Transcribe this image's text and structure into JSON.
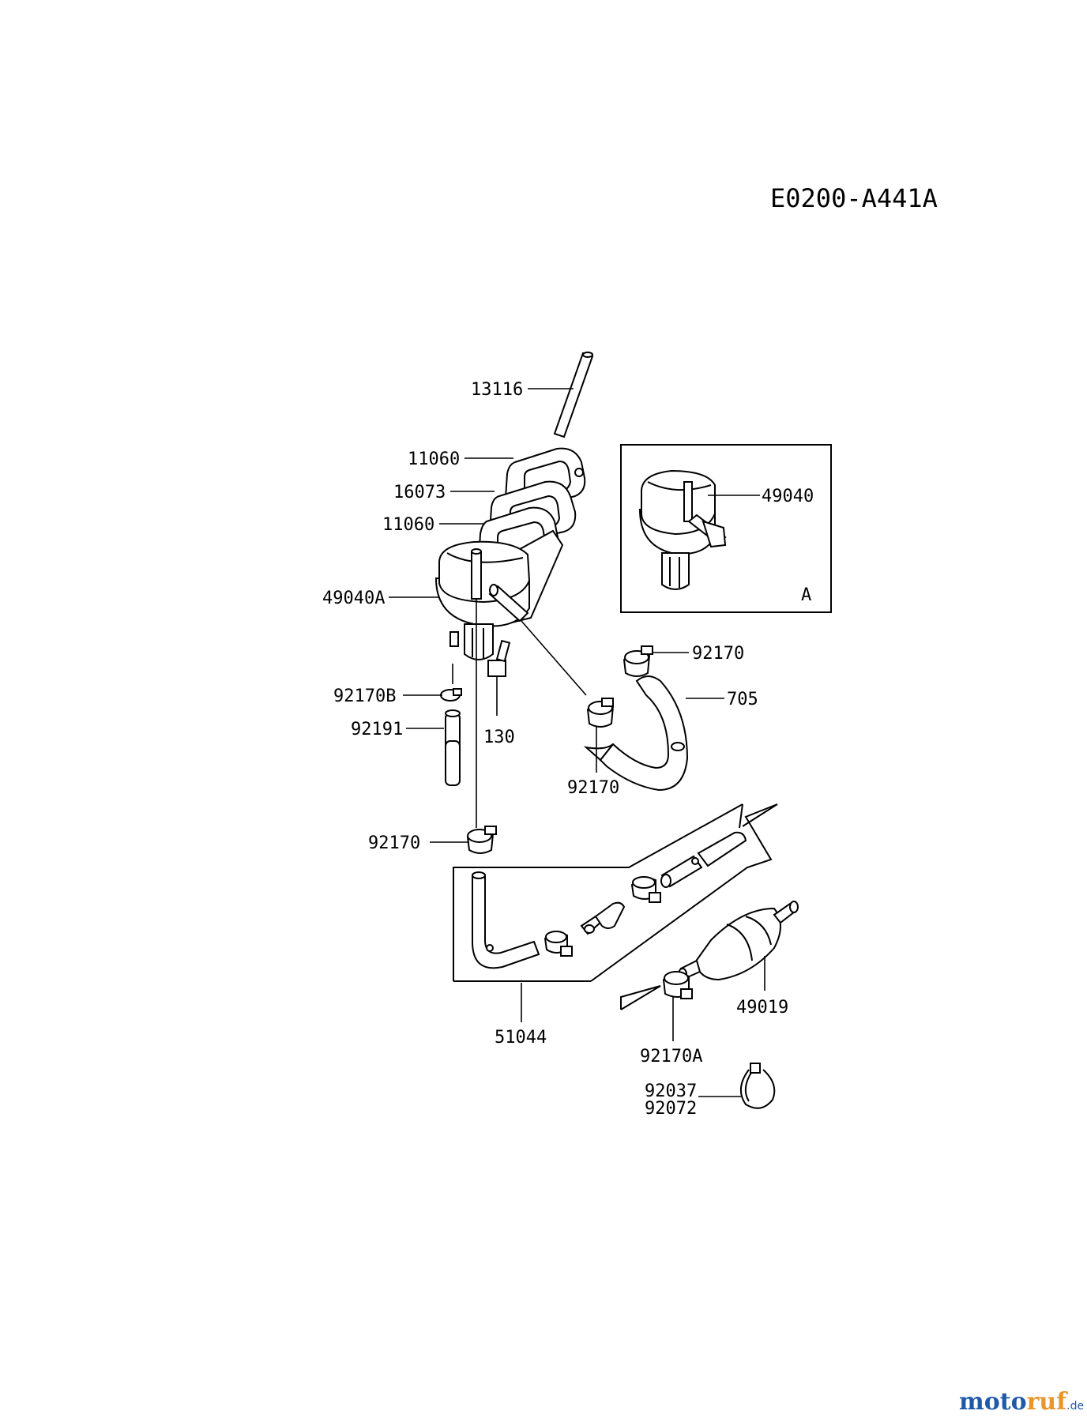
{
  "diagram_code": "E0200-A441A",
  "inset_label": "A",
  "labels": {
    "p13116": "13116",
    "p11060_top": "11060",
    "p16073": "16073",
    "p11060_bot": "11060",
    "p49040A": "49040A",
    "p49040": "49040",
    "p92170_a": "92170",
    "p705": "705",
    "p92170B": "92170B",
    "p92191": "92191",
    "p130": "130",
    "p92170_b": "92170",
    "p92170_c": "92170",
    "p51044": "51044",
    "p49019": "49019",
    "p92170A": "92170A",
    "p92037": "92037",
    "p92072": "92072"
  },
  "watermark": {
    "part1": "moto",
    "part2": "ruf",
    "suffix": ".de"
  },
  "colors": {
    "line": "#000000",
    "watermark_blue": "#1f5aa8",
    "watermark_orange": "#e8952b"
  }
}
